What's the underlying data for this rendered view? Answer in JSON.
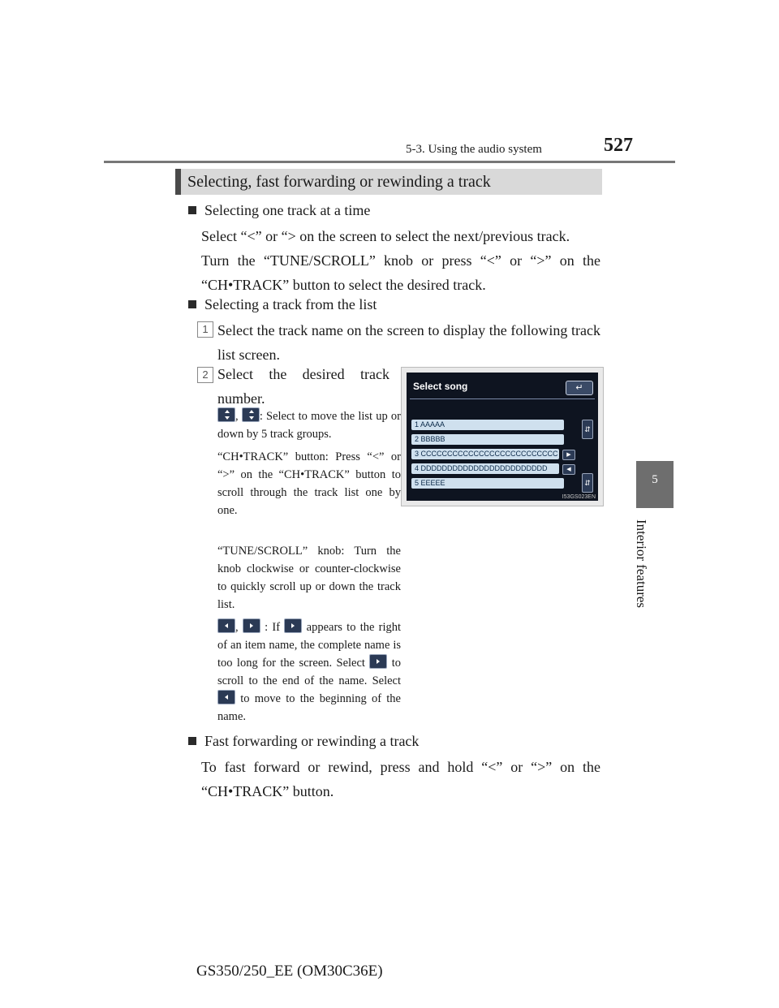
{
  "header": {
    "section": "5-3. Using the audio system",
    "page_number": "527"
  },
  "sidebar": {
    "chapter_number": "5",
    "chapter_title": "Interior features"
  },
  "section_title": "Selecting, fast forwarding or rewinding a track",
  "blocks": {
    "b1_heading": "Selecting one track at a time",
    "b1_p1": "Select “<” or “> on the screen to select the next/previous track.",
    "b1_p2": "Turn the “TUNE/SCROLL” knob or press “<” or “>” on the “CH•TRACK” button to select the desired track.",
    "b2_heading": "Selecting a track from the list",
    "step1_num": "1",
    "step1_text": "Select the track name on the screen to display the following track list screen.",
    "step2_num": "2",
    "step2_text": "Select the desired track number.",
    "note1_sep": ",",
    "note1_text": ": Select to move the list up or down by 5 track groups.",
    "note2": "“CH•TRACK” button: Press “<” or “>” on the “CH•TRACK” button to scroll through the track list one by one.",
    "note3": "“TUNE/SCROLL” knob: Turn the knob clockwise or counter-clockwise to quickly scroll up or down the track list.",
    "note4_sep": ",",
    "note4_a": ": If",
    "note4_b": "appears to the right of an item name, the complete name is too long for the screen. Select",
    "note4_c": "to scroll to the end of the name. Select",
    "note4_d": "to move to the beginning of the name.",
    "b3_heading": "Fast forwarding or rewinding a track",
    "b3_p1": "To fast forward or rewind, press and hold “<” or “>” on the “CH•TRACK” button."
  },
  "screen": {
    "title": "Select song",
    "back_icon": "return-arrow-icon",
    "rows": [
      "1  AAAAA",
      "2  BBBBB",
      "3  CCCCCCCCCCCCCCCCCCCCCCCCCC",
      "4  DDDDDDDDDDDDDDDDDDDDDDDD",
      "5  EEEEE"
    ],
    "code": "I53GS023EN"
  },
  "footer": "GS350/250_EE (OM30C36E)"
}
